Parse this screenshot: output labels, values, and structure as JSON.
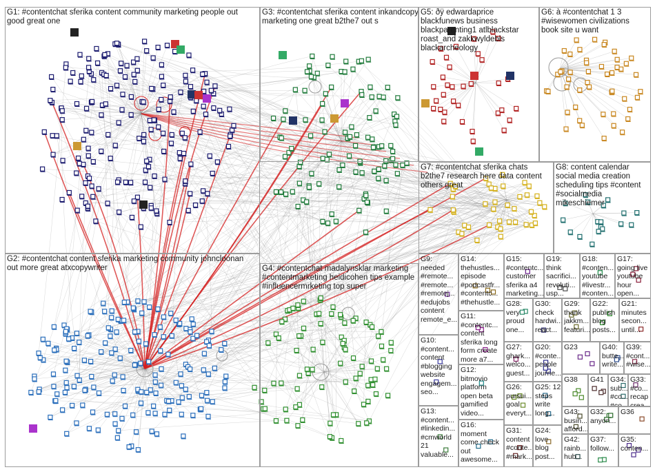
{
  "groups": [
    {
      "id": "G1",
      "label": "G1: #contentchat sferika content community marketing people out\ngood great one",
      "color": "#1a1a6e"
    },
    {
      "id": "G2",
      "label": "G2: #contentchat content sferika marketing community johncloonan\nout more great atxcopywriter",
      "color": "#2a6ebb"
    },
    {
      "id": "G3",
      "label": "G3: #contentchat sferika content inkandcopy\nmarketing one great b2the7 out s",
      "color": "#1f7a3a"
    },
    {
      "id": "G4",
      "label": "G4: #contentchat madalynsklar marketing\n#contentmarketing heidicohen tips example\n#influencermrketing top super",
      "color": "#2f8f2f"
    },
    {
      "id": "G5",
      "label": "G5: ðÿ edwardaprice\nblackfunews business\nblackparenting1 atlblackstar\nroast_and zakkwyldebls\nblackarcheology",
      "color": "#b01e1e"
    },
    {
      "id": "G6",
      "label": "G6: à #contentchat 1 3\n#wisewomen civilizations\nbook site u want",
      "color": "#c8861e"
    },
    {
      "id": "G7",
      "label": "G7: #contentchat sferika chats\nb2the7 research here data content\nothers great",
      "color": "#d4b01a"
    },
    {
      "id": "G8",
      "label": "G8: content calendar\nsocial media creation\nscheduling tips #content\n#socialmedia\nmikeschiemer",
      "color": "#1f6e6e"
    },
    {
      "id": "G9",
      "label": "G9:\nneeded\n#remote...\n#remote...\n#remotej...\n#edujobs\ncontent\nremote_e...",
      "color": "#7a3aa0"
    },
    {
      "id": "G10",
      "label": "G10:\n#content...\ncontent\n#blogging\nwebsite\nengagem...\nseo...",
      "color": "#3a3aa0"
    },
    {
      "id": "G11",
      "label": "G11:\n#contentc...\ncontent\nsferika long\nform create\nmore a7...",
      "color": "#8a1e8a"
    },
    {
      "id": "G12",
      "label": "G12:\nbitmovio\nplatform\nopen beta\ngamified\nvideo...",
      "color": "#1e8a8a"
    },
    {
      "id": "G13",
      "label": "G13:\n#content...\n#linkedin...\n#cmworld\n21\nvaluable...",
      "color": "#3a7a3a"
    },
    {
      "id": "G14",
      "label": "G14:\nthehustles...\nepisode\n#podcastfr...\n#contentc...\n#thehustle...",
      "color": "#8a6a1e"
    },
    {
      "id": "G15",
      "label": "G15:\n#contentc...\ncustomer\nsferika a4\nmarketing...",
      "color": "#6a1e8a"
    },
    {
      "id": "G16",
      "label": "G16:\nmoment\ncome check\nout\nawesome...",
      "color": "#1e6a8a"
    },
    {
      "id": "G17",
      "label": "G17:\ngoing live\nyoutube\nhour\nopen...",
      "color": "#8a1e3a"
    },
    {
      "id": "G18",
      "label": "G18:\n#conten...\nyoutube\n#livestr...\n#conten...",
      "color": "#1e8a4a"
    },
    {
      "id": "G19",
      "label": "G19:\nthink\nsacrifici...\nrevoluti...\nusp...",
      "color": "#4a4a4a"
    },
    {
      "id": "G20",
      "label": "G20:\n#conte...\npeople\njourne...",
      "color": "#2a2a8a"
    },
    {
      "id": "G21",
      "label": "G21:\nminutes\nsecon...\nuntil...",
      "color": "#8a2a2a"
    },
    {
      "id": "G22",
      "label": "G22:\npublish\nblog\nposts...",
      "color": "#2a8a2a"
    },
    {
      "id": "G23",
      "label": "G23",
      "color": "#6a2a8a"
    },
    {
      "id": "G24",
      "label": "G24:\nlove\nblog\npost...",
      "color": "#8a6a2a"
    },
    {
      "id": "G25",
      "label": "G25: 12\nsteps\nwrite\nlong...",
      "color": "#2a6a8a"
    },
    {
      "id": "G26",
      "label": "G26:\npursui...\ngoal\neveryt...",
      "color": "#6a8a2a"
    },
    {
      "id": "G27",
      "label": "G27:\nghark...\nwelco...\nguest...",
      "color": "#8a2a6a"
    },
    {
      "id": "G28",
      "label": "G28:\nvery\nproud\none...",
      "color": "#2a8a6a"
    },
    {
      "id": "G29",
      "label": "G29:\nthank\njakkm...\nfeaturi...",
      "color": "#6a6a2a"
    },
    {
      "id": "G30",
      "label": "G30:\ncheck\nhardwi...\nreact...",
      "color": "#2a2a6a"
    },
    {
      "id": "G31",
      "label": "G31:\ncontent\n#conte...\n#mark...",
      "color": "#6a2a2a"
    },
    {
      "id": "G32",
      "label": "G32:\nanyon...",
      "color": "#2a6a2a"
    },
    {
      "id": "G33",
      "label": "G33:\n#co...\nrecap\ncrea...",
      "color": "#6a2a6a"
    },
    {
      "id": "G34",
      "label": "G34:\nsub...\n#co...\n#co...",
      "color": "#2a6a6a"
    },
    {
      "id": "G35",
      "label": "G35:\nconten...",
      "color": "#4a2a8a"
    },
    {
      "id": "G36",
      "label": "G36",
      "color": "#8a4a2a"
    },
    {
      "id": "G37",
      "label": "G37:\nfollow...",
      "color": "#2a8a4a"
    },
    {
      "id": "G38",
      "label": "G38",
      "color": "#4a8a2a"
    },
    {
      "id": "G39",
      "label": "G39:\n#cont...\n#wise...",
      "color": "#8a2a4a"
    },
    {
      "id": "G40",
      "label": "G40:\nbutte...\nwrite...",
      "color": "#2a4a8a"
    },
    {
      "id": "G41",
      "label": "G41",
      "color": "#4a2a2a"
    },
    {
      "id": "G42",
      "label": "G42:\nrainb...\nhub...",
      "color": "#2a4a4a"
    },
    {
      "id": "G43",
      "label": "G43:\nbusin...\nafford...",
      "color": "#4a4a2a"
    }
  ],
  "colors": {
    "edge": "#8a8a8a",
    "strong_edge": "#d42020",
    "box_border": "#9c9c9c"
  }
}
